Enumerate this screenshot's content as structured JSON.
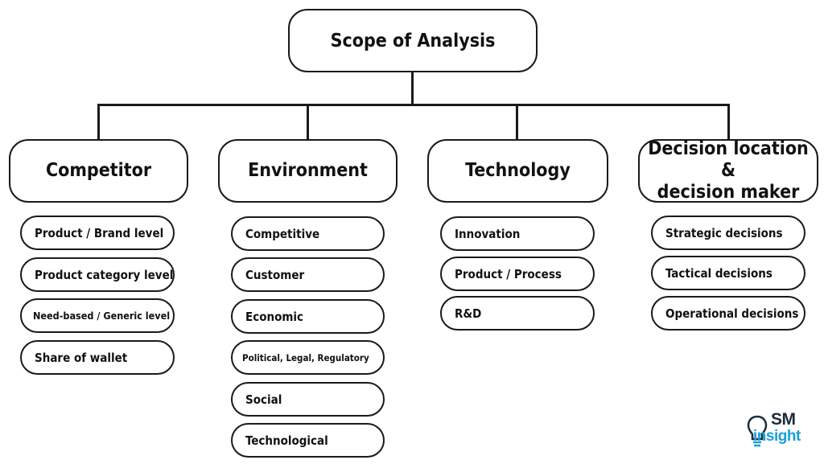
{
  "root": {
    "label": "Scope of Analysis"
  },
  "categories": [
    {
      "label": "Competitor",
      "items": [
        "Product / Brand level",
        "Product category level",
        "Need-based / Generic level",
        "Share of wallet"
      ]
    },
    {
      "label": "Environment",
      "items": [
        "Competitive",
        "Customer",
        "Economic",
        "Political, Legal, Regulatory",
        "Social",
        "Technological"
      ]
    },
    {
      "label": "Technology",
      "items": [
        "Innovation",
        "Product / Process",
        "R&D"
      ]
    },
    {
      "label_line1": "Decision location &",
      "label_line2": "decision maker",
      "items": [
        "Strategic decisions",
        "Tactical decisions",
        "Operational decisions"
      ]
    }
  ],
  "logo": {
    "sm": "SM",
    "insight": "insight",
    "accent_color": "#1aa0d8",
    "dark_color": "#1e2a3a"
  }
}
